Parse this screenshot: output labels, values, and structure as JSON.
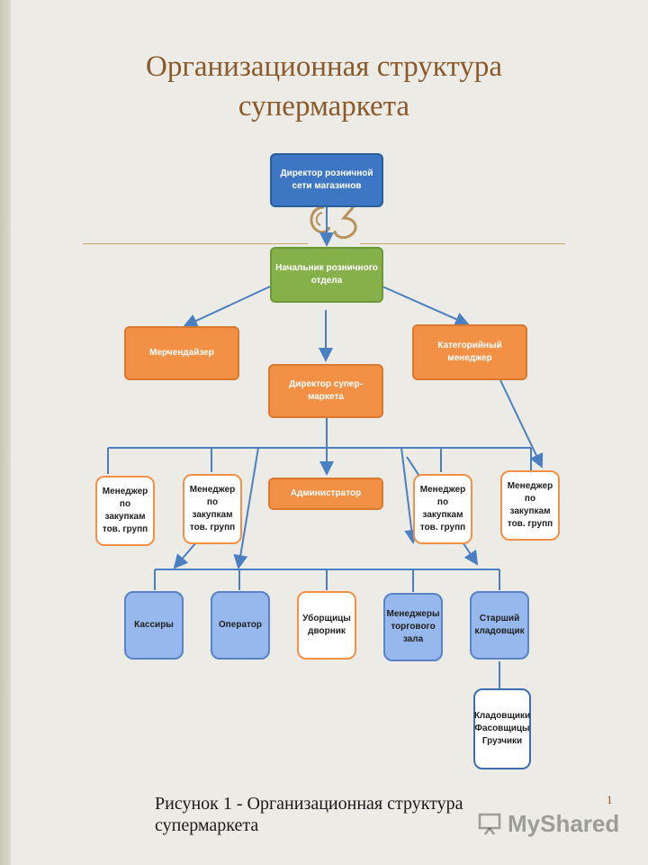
{
  "slide": {
    "title_line1": "Организационная структура",
    "title_line2": "супермаркета",
    "caption_line1": "Рисунок 1 - Организационная структура",
    "caption_line2": "супермаркета",
    "page_number": "1",
    "watermark": "MyShared"
  },
  "colors": {
    "title": "#8a5a2b",
    "director_box": "#3d77c4",
    "head_box": "#86b14a",
    "orange_box": "#f29145",
    "staff_box": "#97b8ec",
    "connector": "#4a7fc1"
  },
  "org_chart": {
    "director_network": "Директор розничной сети магазинов",
    "head_retail": "Начальник розничного отдела",
    "merchandiser": "Мерчендайзер",
    "category_manager": "Категорийный менеджер",
    "supermarket_director": "Директор супер-маркета",
    "administrator": "Администратор",
    "purchase_manager_1": "Менеджер по закупкам тов. групп",
    "purchase_manager_2": "Менеджер по закупкам тов. групп",
    "purchase_manager_3": "Менеджер по закупкам тов. групп",
    "purchase_manager_4": "Менеджер по закупкам тов. групп",
    "cashiers": "Кассиры",
    "operator": "Оператор",
    "cleaners": "Уборщицы дворник",
    "floor_managers": "Менеджеры торгового зала",
    "senior_storekeeper": "Старший кладовщик",
    "storekeepers": "Кладовщики Фасовщицы Грузчики"
  }
}
